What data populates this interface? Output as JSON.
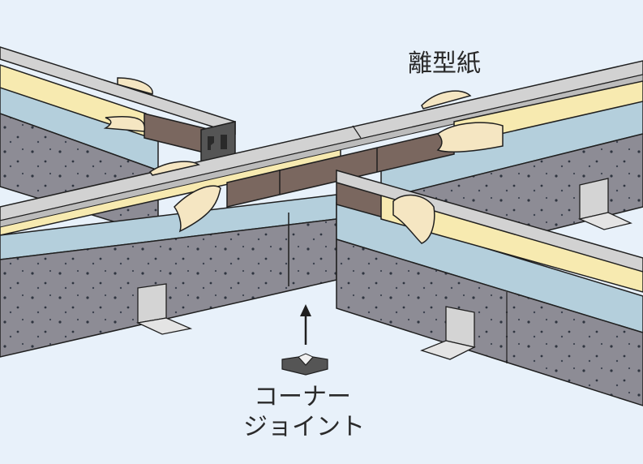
{
  "labels": {
    "release_paper": "離型紙",
    "corner_joint_line1": "コーナー",
    "corner_joint_line2": "ジョイント"
  },
  "colors": {
    "background": "#e8f1fa",
    "concrete": "#8d8c95",
    "concrete_dots": "#2f3540",
    "insulation": "#b4cfdc",
    "sealant_strip": "#f7eab0",
    "release_paper": "#f5e6c2",
    "joint_gasket": "#7a675f",
    "cap_metal": "#d2d2d2",
    "outline": "#1f1f1f"
  },
  "icons": [
    "arrow-up-icon",
    "corner-joint-piece-icon",
    "angle-bracket-icon"
  ]
}
